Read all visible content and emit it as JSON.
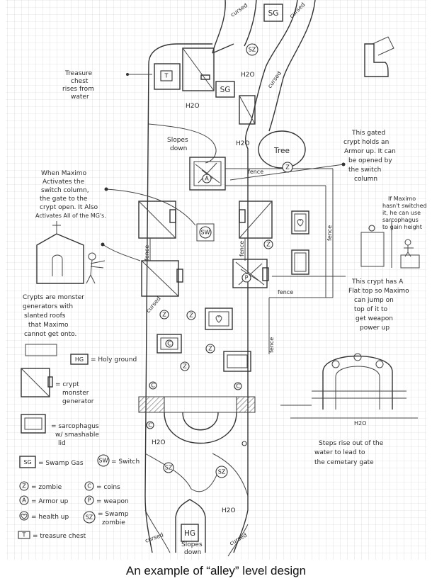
{
  "caption": "An example of “alley” level design",
  "map_labels": {
    "cursed": "cursed",
    "sg": "SG",
    "h2o": "H2O",
    "slopes_down": "Slopes down",
    "tree": "Tree",
    "fence": "fence",
    "hg": "HG",
    "z": "Z",
    "c": "C",
    "a": "A",
    "sw": "SW",
    "sz": "SZ",
    "t": "T"
  },
  "notes": {
    "treasure_chest": [
      "Treasure",
      "chest",
      "rises from",
      "water"
    ],
    "gated_crypt": [
      "This gated",
      "crypt holds an",
      "Armor up. It can",
      "be opened by",
      "the switch",
      "column"
    ],
    "maximo_switch": [
      "When Maximo",
      "Activates the",
      "switch column,",
      "the gate to the",
      "crypt open. It Also",
      "Activates All of the MG's."
    ],
    "maximo_jump": [
      "If Maximo",
      "hasn't switched",
      "it, he can use",
      "sarcophagus",
      "to gain height"
    ],
    "flat_top": [
      "This crypt has A",
      "Flat top so Maximo",
      "can jump on",
      "top of it to",
      "get weapon",
      "power up"
    ],
    "monster_generators": [
      "Crypts are monster",
      "generators with",
      "slanted roofs",
      "that Maximo",
      "cannot get onto."
    ],
    "steps_rise": [
      "Steps rise out of the",
      "water to lead to",
      "the cemetary gate"
    ]
  },
  "legend": {
    "holy_ground": "= Holy ground",
    "crypt_generator": [
      "= crypt",
      "monster",
      "generator"
    ],
    "sarcophagus": [
      "= sarcophagus",
      "w/ smashable",
      "lid"
    ],
    "swamp_gas": "= Swamp Gas",
    "switch": "= Switch",
    "zombie": "= zombie",
    "coins": "= coins",
    "armor_up": "= Armor up",
    "weapon": "= weapon",
    "health_up": "= health up",
    "swamp_zombie": [
      "= Swamp",
      "zombie"
    ],
    "treasure_chest": "= treasure chest",
    "p": "P"
  },
  "colors": {
    "grid": "#c9c9c9",
    "ink": "#333333",
    "paper": "#ffffff"
  }
}
